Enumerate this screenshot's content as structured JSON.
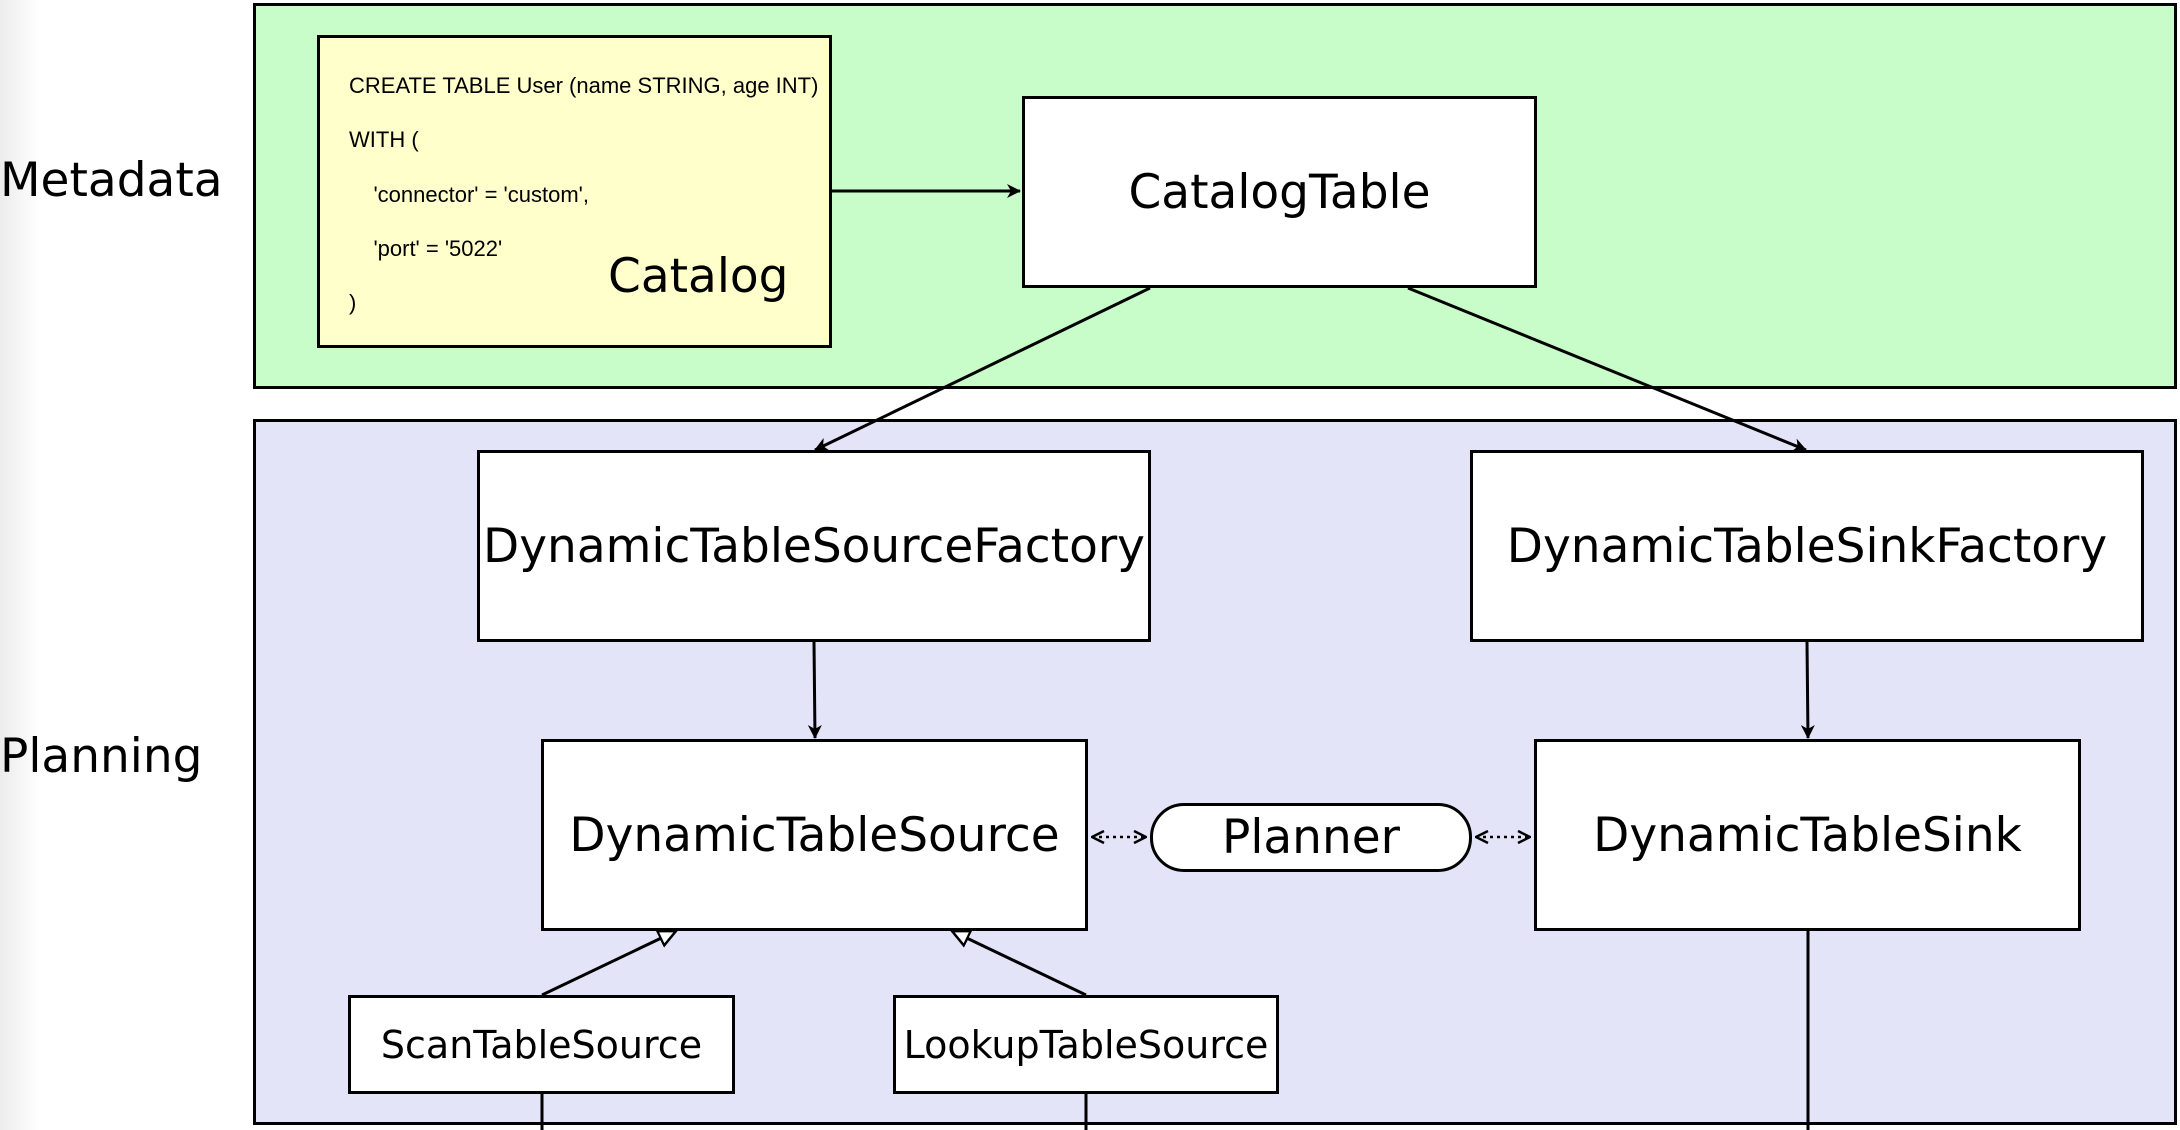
{
  "layers": {
    "metadata": "Metadata",
    "planning": "Planning"
  },
  "colors": {
    "metadata_band": "#c8fcc8",
    "planning_band": "#e4e4f8",
    "catalog_note": "#ffffcc"
  },
  "catalog": {
    "title": "Catalog",
    "sql_lines": [
      "CREATE TABLE User (name STRING, age INT)",
      "WITH (",
      "    'connector' = 'custom',",
      "    'port' = '5022'",
      ")"
    ]
  },
  "nodes": {
    "catalog_table": "CatalogTable",
    "source_factory": "DynamicTableSourceFactory",
    "sink_factory": "DynamicTableSinkFactory",
    "source": "DynamicTableSource",
    "planner": "Planner",
    "sink": "DynamicTableSink",
    "scan_source": "ScanTableSource",
    "lookup_source": "LookupTableSource"
  }
}
